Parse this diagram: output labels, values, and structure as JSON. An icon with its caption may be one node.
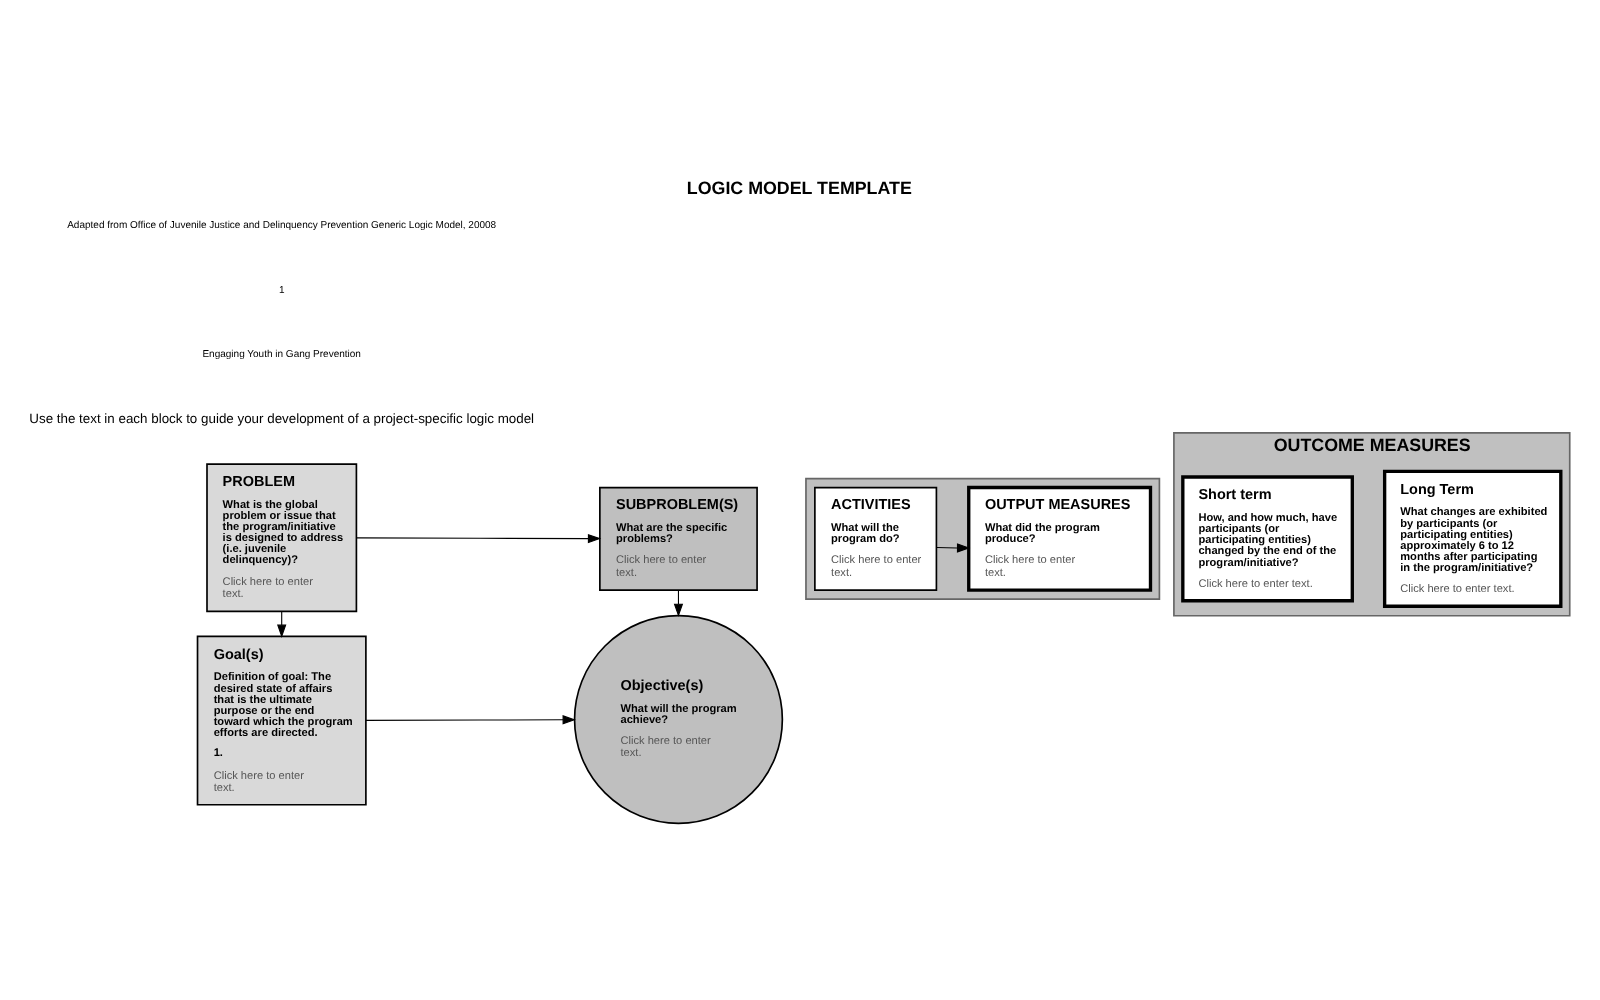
{
  "diagram": {
    "title": "LOGIC MODEL TEMPLATE",
    "nodes": [
      {
        "text": [
          "PROBLEM",
          "What is the global problem or issue that the program/initiative is designed to address (i.e. juvenile delinquency)?",
          "Click here to enter text."
        ]
      },
      {
        "text": [
          "Goal(s)",
          "Definition of goal: The desired state of affairs that is the ultimate purpose or the end toward which the program efforts are directed.",
          "1.",
          "Click here to enter text."
        ]
      },
      {
        "text": [
          "SUBPROBLEM(S)",
          "What are the specific problems?",
          "Click here to enter text."
        ]
      },
      {
        "text": [
          "Objective(s)",
          "What will the program achieve?",
          "Click here to enter text."
        ]
      },
      {
        "text": [],
        "shape": "pentagon"
      },
      {
        "text": [
          "ACTIVITIES",
          "What will the program do?",
          "Click here to enter text."
        ],
        "in": 4
      },
      {
        "text": [
          "OUTPUT MEASURES",
          "What did the program produce?",
          "Click here to enter text."
        ],
        "in": 4
      },
      {
        "text": [
          "OUTCOME MEASURES"
        ]
      },
      {
        "text": [
          "Short term",
          "How, and how much, have participants (or participating entities) changed by the end of the program/initiative?",
          "Click here to enter text."
        ],
        "in": 7
      },
      {
        "text": [
          "Long Term",
          "What changes are exhibited by participants (or participating entities) approximately 6 to 12 months after participating in the program/initiative?",
          "Click here to enter text."
        ],
        "in": 7
      }
    ],
    "edges": [
      {
        "from": 0,
        "to": 2,
        "arrow": "to"
      },
      {
        "from": 0,
        "to": 1,
        "arrow": "to"
      },
      {
        "from": 2,
        "to": 3,
        "arrow": "to"
      },
      {
        "from": 1,
        "to": 3,
        "arrow": "to"
      },
      {
        "from": 5,
        "to": 6,
        "arrow": "to"
      }
    ],
    "labels": [
      "Use the text in each block to guide your development of a project-specific logic model",
      "Engaging Youth in Gang Prevention",
      "1",
      "Adapted from Office of Juvenile Justice and Delinquency Prevention Generic Logic Model, 20008"
    ]
  }
}
